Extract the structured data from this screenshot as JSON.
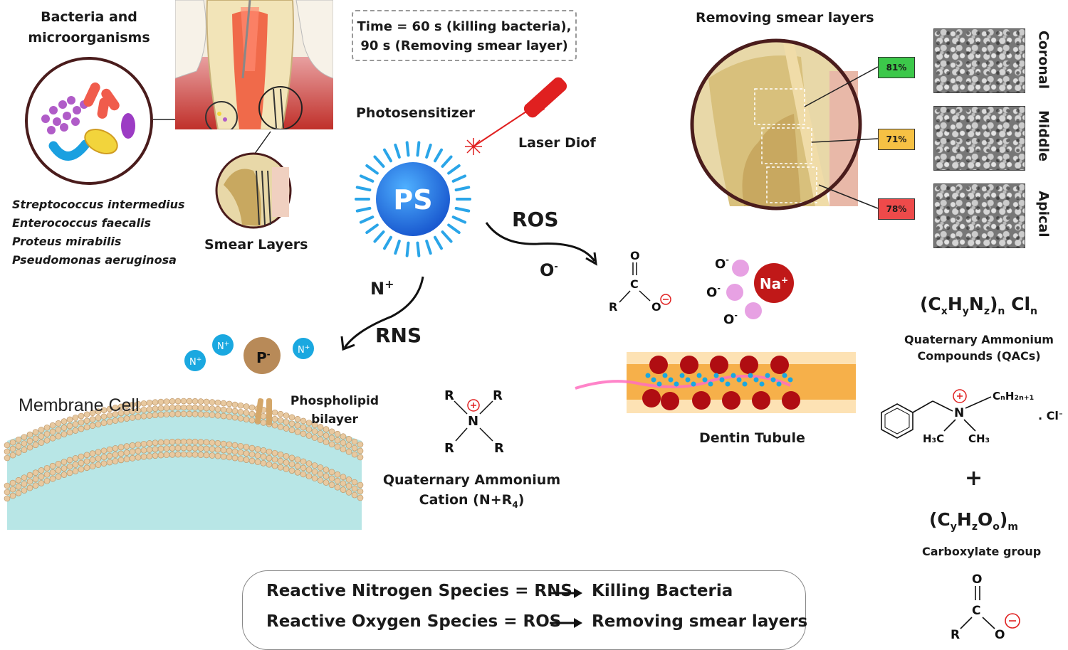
{
  "labels": {
    "bacteria_title": "Bacteria and microorganisms",
    "smear_layers": "Smear Layers",
    "photosensitizer": "Photosensitizer",
    "laser": "Laser Diof",
    "ps": "PS",
    "ros": "ROS",
    "rns": "RNS",
    "membrane_cell": "Membrane Cell",
    "phospholipid": "Phospholipid bilayer",
    "removing_smear": "Removing smear layers",
    "dentin_tubule": "Dentin Tubule",
    "qac_label": "Quaternary Ammonium Compounds (QACs)",
    "carboxylate_label": "Carboxylate group",
    "qa_cation_line1": "Quaternary Ammonium",
    "qa_cation_line2": "Cation (N+R",
    "qa_cation_sub": "4",
    "plus": "+"
  },
  "time_box": {
    "line1": "Time = 60 s (killing bacteria),",
    "line2": "90 s (Removing smear layer)"
  },
  "species": [
    "Streptococcus intermedius",
    "Enterococcus faecalis",
    "Proteus mirabilis",
    "Pseudomonas aeruginosa"
  ],
  "smear_removal": [
    {
      "region": "Coronal",
      "percent": "81%",
      "color": "#3cc84a"
    },
    {
      "region": "Middle",
      "percent": "71%",
      "color": "#f6c144"
    },
    {
      "region": "Apical",
      "percent": "78%",
      "color": "#ee4a4a"
    }
  ],
  "legend": [
    {
      "species": "Reactive Nitrogen Species = RNS",
      "effect": "Killing Bacteria"
    },
    {
      "species": "Reactive Oxygen Species = ROS",
      "effect": "Removing smear layers"
    }
  ],
  "chem": {
    "n_plus": "N",
    "n_plus_sup": "+",
    "o_minus": "O",
    "o_minus_sup": "-",
    "na": "Na",
    "na_sup": "+",
    "p_minus": "P",
    "p_minus_sup": "-",
    "n_ion": "N",
    "n_ion_sup": "+",
    "R": "R",
    "C": "C",
    "O": "O",
    "N": "N",
    "qac_formula": {
      "p1": "(C",
      "x": "x",
      "p2": "H",
      "y": "y",
      "p3": "N",
      "z": "z",
      "p4": ")",
      "n": "n",
      "p5": " Cl",
      "n2": "n"
    },
    "carbox_formula": {
      "p1": "(C",
      "y": "y",
      "p2": "H",
      "z": "z",
      "p3": "O",
      "o": "o",
      "p4": ")",
      "m": "m"
    },
    "h3c": "H₃C",
    "ch3": "CH₃",
    "cnh": "CₙH₂ₙ₊₁",
    "cl": ". Cl⁻"
  },
  "colors": {
    "ps_blue": "#1e6fe0",
    "ray_blue": "#2aa5e8",
    "laser_red": "#e02020",
    "na_red": "#c01818",
    "o_pink": "#e7a1e3",
    "tubule_red": "#b00d12",
    "tubule_orange": "#f6b04a",
    "cyan_ion": "#1aa8e0",
    "membrane_bg": "#b8e6e6"
  }
}
